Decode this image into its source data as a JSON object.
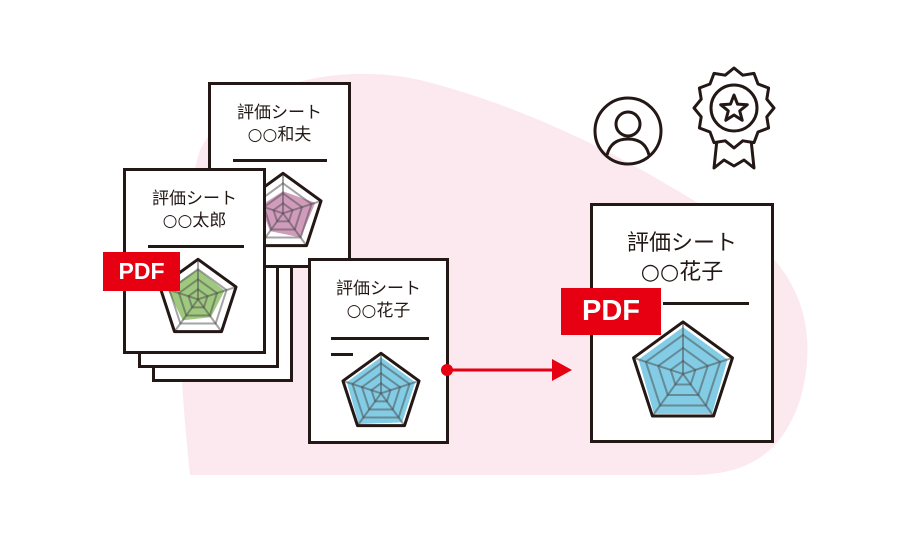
{
  "colors": {
    "accent": "#e60012",
    "blob": "#fbe9ef",
    "ink": "#231815",
    "green": "#8fbf6a",
    "purple": "#c98bb0",
    "blue": "#6cc3e0"
  },
  "sheets": [
    {
      "title": "評価シート",
      "name": "○○和夫",
      "radar_color": "#c98bb0",
      "radar_values": [
        0.55,
        0.85,
        0.75,
        0.55,
        0.6
      ]
    },
    {
      "title": "評価シート",
      "name": "○○太郎",
      "radar_color": "#8fbf6a",
      "radar_values": [
        0.75,
        0.7,
        0.55,
        0.65,
        0.8
      ]
    },
    {
      "title": "評価シート",
      "name": "○○花子",
      "radar_color": "#6cc3e0",
      "radar_values": [
        0.9,
        0.9,
        0.9,
        0.95,
        0.9
      ]
    }
  ],
  "output_sheet": {
    "title": "評価シート",
    "name": "○○花子",
    "radar_color": "#6cc3e0",
    "radar_values": [
      0.9,
      0.9,
      0.95,
      0.95,
      0.9
    ]
  },
  "pdf_label": "PDF",
  "icons": [
    "user-icon",
    "award-badge-icon",
    "arrow-right-icon"
  ]
}
